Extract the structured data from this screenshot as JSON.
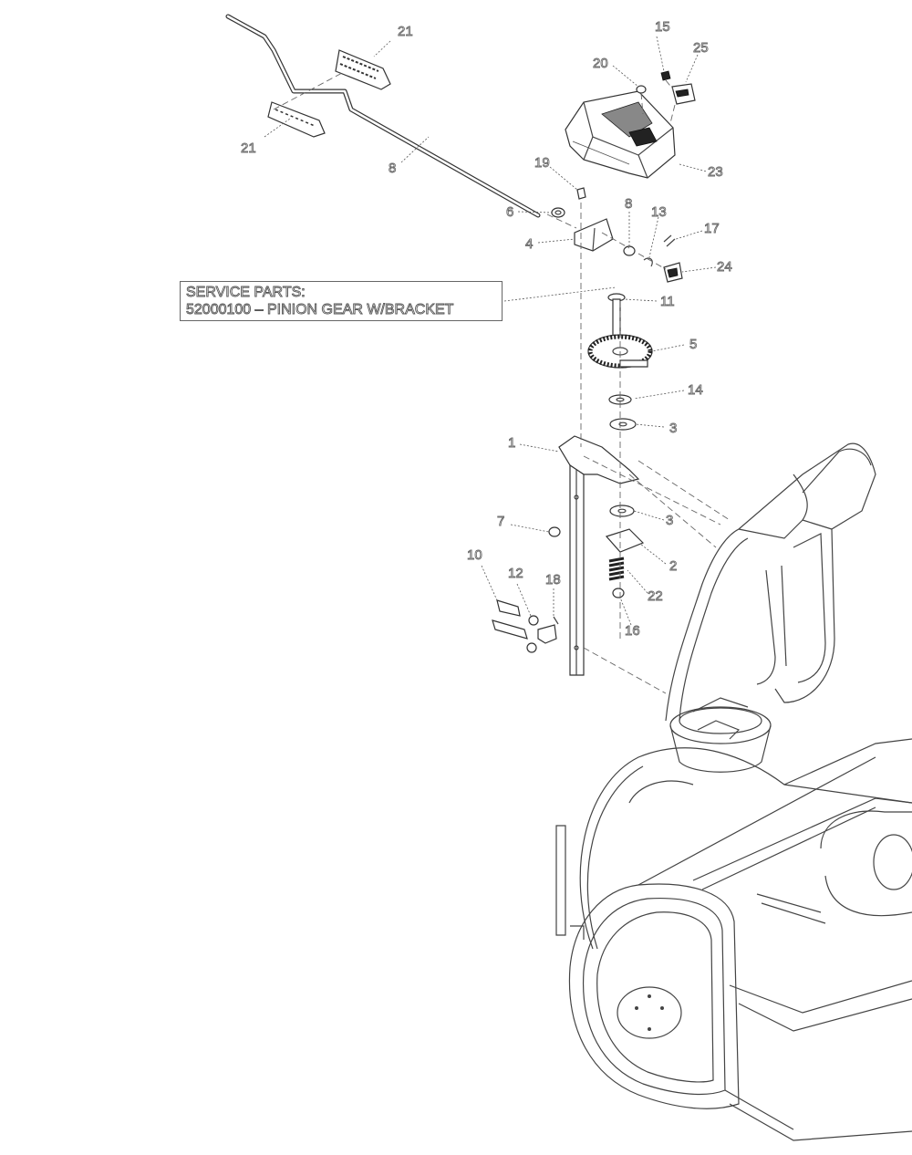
{
  "service_box": {
    "line1": "SERVICE PARTS:",
    "line2": "52000100 – PINION GEAR W/BRACKET"
  },
  "callouts": {
    "c1": "1",
    "c2": "2",
    "c3a": "3",
    "c3b": "3",
    "c4": "4",
    "c5": "5",
    "c6": "6",
    "c7": "7",
    "c8a": "8",
    "c8b": "8",
    "c10": "10",
    "c11": "11",
    "c12": "12",
    "c13": "13",
    "c14": "14",
    "c15": "15",
    "c16": "16",
    "c17": "17",
    "c18": "18",
    "c19": "19",
    "c20": "20",
    "c21a": "21",
    "c21b": "21",
    "c22": "22",
    "c23": "23",
    "c24": "24",
    "c25": "25"
  }
}
